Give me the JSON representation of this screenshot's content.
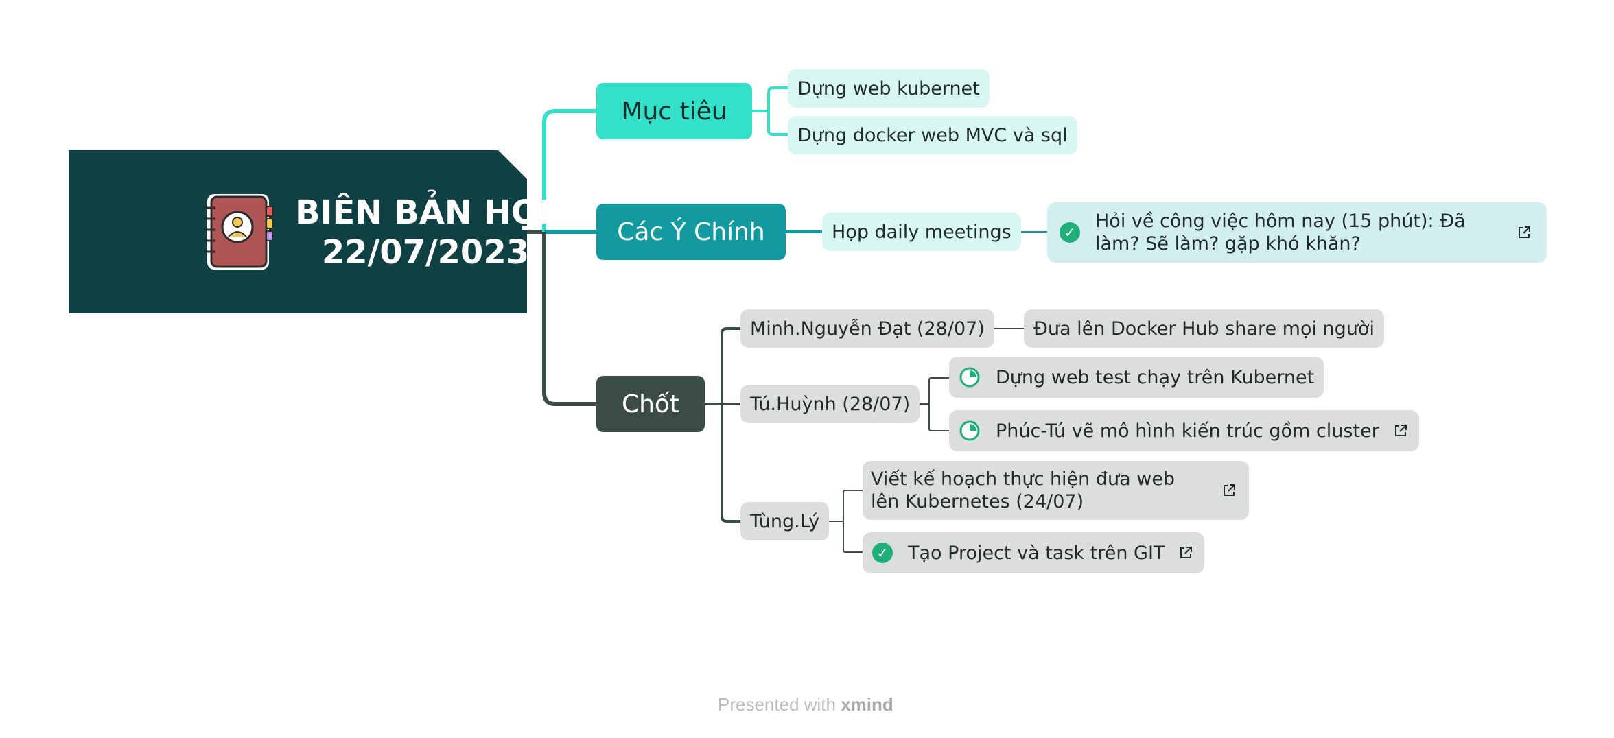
{
  "root": {
    "title_line1": "BIÊN BẢN HỌP",
    "title_line2": "22/07/2023",
    "icon": "address-book-icon"
  },
  "branches": {
    "muc_tieu": {
      "label": "Mục tiêu",
      "children": [
        "Dựng web kubernet",
        "Dựng docker web MVC và sql"
      ]
    },
    "cac_y_chinh": {
      "label": "Các Ý Chính",
      "child": "Họp daily meetings",
      "detail": "Hỏi về công việc hôm nay (15 phút):  Đã làm? Sẽ làm? gặp khó khăn?"
    },
    "chot": {
      "label": "Chốt",
      "people": [
        {
          "name": "Minh.Nguyễn Đạt (28/07)",
          "tasks": [
            "Đưa lên Docker Hub share mọi người"
          ]
        },
        {
          "name": "Tú.Huỳnh (28/07)",
          "tasks": [
            "Dựng web test chạy trên Kubernet",
            "Phúc-Tú vẽ mô hình kiến trúc gồm cluster"
          ]
        },
        {
          "name": "Tùng.Lý",
          "tasks": [
            "Viết kế hoạch thực hiện đưa web lên Kubernetes (24/07)",
            "Tạo Project và task trên GIT"
          ]
        }
      ]
    }
  },
  "footer": {
    "prefix": "Presented with",
    "brand": "xmind"
  },
  "colors": {
    "root": "#0f4043",
    "muc_tieu": "#33e0c8",
    "cac_y_chinh": "#139aa1",
    "chot": "#3b4c48",
    "check_done": "#1fb07a"
  }
}
